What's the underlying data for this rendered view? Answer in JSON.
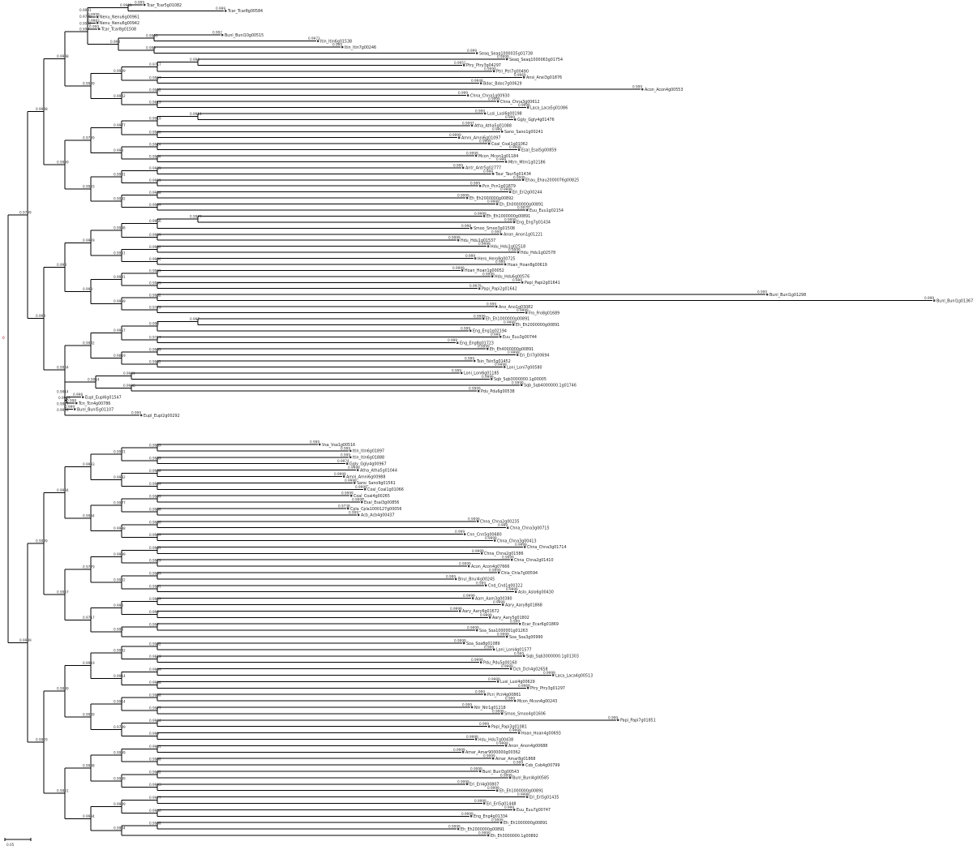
{
  "scale_bar": {
    "label": "0.05"
  },
  "root_label": "0",
  "taxa": [
    {
      "name": "Tcar_Tcar5g01082",
      "support": "0.999"
    },
    {
      "name": "Tcar_Tcar8g00584",
      "support": "0.999"
    },
    {
      "name": "Nenu_Nenu6g00961",
      "support": "0.9999"
    },
    {
      "name": "Nenu_Nenu6g00942",
      "support": "0.9983"
    },
    {
      "name": "Tcar_Tcar8g01508",
      "support": "0.999"
    },
    {
      "name": "Bunl_Bunl10g00515",
      "support": "0.992"
    },
    {
      "name": "Itin_Itin6g01538",
      "support": "0.9973"
    },
    {
      "name": "Itin_Itin7g00246",
      "support": "0.999"
    },
    {
      "name": "Seaq_Seaq1000035g01738",
      "support": "0.999"
    },
    {
      "name": "Seaq_Seaq1000063g01754",
      "support": "0.9999"
    },
    {
      "name": "Ptry_Ptry3g04297",
      "support": "0.9951"
    },
    {
      "name": "Ptri_Ptri7g00490",
      "support": "0.9999"
    },
    {
      "name": "Ansi_Ansi3g01876",
      "support": "0.9969"
    },
    {
      "name": "Bdoc_Bdoc7g00629",
      "support": "0.9948"
    },
    {
      "name": "Acon_Acon4g00553",
      "support": "0.999"
    },
    {
      "name": "Chna_Chna1g00930",
      "support": "0.999"
    },
    {
      "name": "Chna_Chna3g00612",
      "support": "0.9999"
    },
    {
      "name": "Laca_Laca5g01086",
      "support": "0.9998"
    },
    {
      "name": "Lusi_Lusi6g00198",
      "support": "0.999"
    },
    {
      "name": "Ggly_Ggly4g01476",
      "support": "0.999"
    },
    {
      "name": "Atha_Atha5g01088",
      "support": "0.9997"
    },
    {
      "name": "Sano_Sano1g00241",
      "support": "0.999"
    },
    {
      "name": "Amni_Amni6g01097",
      "support": "0.9999"
    },
    {
      "name": "Coal_Coal1g01062",
      "support": "0.9999"
    },
    {
      "name": "Esal_Esal5g00859",
      "support": "0.9999"
    },
    {
      "name": "Mcon_Mcon1g01184",
      "support": "0.9999"
    },
    {
      "name": "Mtrn_Mtrn1g02186",
      "support": "0.999"
    },
    {
      "name": "Antr_Antr5g02777",
      "support": "0.999"
    },
    {
      "name": "Taur_Taur5g01434",
      "support": "0.999"
    },
    {
      "name": "Ehau_Ehau2000076g00825",
      "support": "0.9999"
    },
    {
      "name": "Pcn_Pcn1g01879",
      "support": "0.999"
    },
    {
      "name": "Eri_Eri2g00244",
      "support": "0.9999"
    },
    {
      "name": "Eh_Eh2000000g00892",
      "support": "0.9999"
    },
    {
      "name": "Eh_Eh0000000g00891",
      "support": "0.9999"
    },
    {
      "name": "Euu_Euu1g02154",
      "support": "0.9979"
    },
    {
      "name": "Eh_Eh1000000g00891",
      "support": "0.9999"
    },
    {
      "name": "Eng_Eng7g01434",
      "support": "0.9999"
    },
    {
      "name": "Smoo_Smoo3g01508",
      "support": "0.998"
    },
    {
      "name": "Anon_Anon1g01221",
      "support": "0.999"
    },
    {
      "name": "Hdu_Hdu1g01537",
      "support": "0.9999"
    },
    {
      "name": "Hdu_Hdu1g02518",
      "support": "0.9999"
    },
    {
      "name": "Hdu_Hdu1g02578",
      "support": "0.9999"
    },
    {
      "name": "Hero_Hero8g00725",
      "support": "0.999"
    },
    {
      "name": "Hoan_Hoan8g00619",
      "support": "0.999"
    },
    {
      "name": "Hoan_Hoan1g00052",
      "support": "0.9999"
    },
    {
      "name": "Hdu_Hdu6g00576",
      "support": "0.9999"
    },
    {
      "name": "Papi_Papi2g01641",
      "support": "0.999"
    },
    {
      "name": "Papi_Papi2g01642",
      "support": "0.9979"
    },
    {
      "name": "Bunl_Bunl1g01298",
      "support": "0.999"
    },
    {
      "name": "Bunl_Bunl1g01367",
      "support": "0.999"
    },
    {
      "name": "Ano_Ano1g03082",
      "support": "0.999"
    },
    {
      "name": "Fro_Fro8g01689",
      "support": "0.9999"
    },
    {
      "name": "Eh_Eh1000000g00891",
      "support": "0.9999"
    },
    {
      "name": "Eh_Eh2000000g00891",
      "support": "0.9999"
    },
    {
      "name": "Eng_Eng1g02194",
      "support": "0.999"
    },
    {
      "name": "Euu_Euu3g00744",
      "support": "0.999"
    },
    {
      "name": "Eng_Eng8g01723",
      "support": "0.999"
    },
    {
      "name": "Eh_Eh4000000g00891",
      "support": "0.9999"
    },
    {
      "name": "Eri_Eri7g00694",
      "support": "0.9999"
    },
    {
      "name": "Tsin_Tsin5g01452",
      "support": "0.999"
    },
    {
      "name": "Loni_Loni7g00580",
      "support": "0.9999"
    },
    {
      "name": "Loni_Loni6g01185",
      "support": "0.999"
    },
    {
      "name": "Sqb_Sqb3000000.1g00005",
      "support": "0.9999"
    },
    {
      "name": "Sqb_Sqb4000000.1g01746",
      "support": "0.9999"
    },
    {
      "name": "Pdu_Pdu6g00538",
      "support": "0.9999"
    },
    {
      "name": "Eupl_Eupl6g01547",
      "support": "0.998"
    },
    {
      "name": "Tcn_Tcn4g00786",
      "support": "0.998"
    },
    {
      "name": "Bunl_Bunl5g01107",
      "support": "0.999"
    },
    {
      "name": "Eupl_Eupl2g00292",
      "support": "0.999"
    },
    {
      "name": "Vsa_Vsa1g00516",
      "support": "0.999"
    },
    {
      "name": "Itin_Itin6g01897",
      "support": "0.999"
    },
    {
      "name": "Itin_Itin6g01888",
      "support": "0.999"
    },
    {
      "name": "Ggly_Ggly4g00967",
      "support": "0.9974"
    },
    {
      "name": "Atha_Atha5g01044",
      "support": "0.9999"
    },
    {
      "name": "Amni_Amni6g00988",
      "support": "0.9999"
    },
    {
      "name": "Sano_Sano9g01561",
      "support": "0.9999"
    },
    {
      "name": "Coal_Coal1g01066",
      "support": "0.9999"
    },
    {
      "name": "Coal_Coal4g00265",
      "support": "0.9999"
    },
    {
      "name": "Esal_Esal3g00856",
      "support": "0.9999"
    },
    {
      "name": "Cpla_Cpla1000127g00056",
      "support": "0.9738"
    },
    {
      "name": "Acb_Acb4g00437",
      "support": "0.999"
    },
    {
      "name": "Chna_Chna2g00235",
      "support": "0.9999"
    },
    {
      "name": "Chna_Chna3g00715",
      "support": "0.999"
    },
    {
      "name": "Cnn_Cnn5g00680",
      "support": "0.999"
    },
    {
      "name": "Chna_Chna3g00413",
      "support": "0.9999"
    },
    {
      "name": "Chna_Chna3g01714",
      "support": "0.9999"
    },
    {
      "name": "Chna_Chna2g01586",
      "support": "0.9999"
    },
    {
      "name": "Chna_Chna2g01410",
      "support": "0.9999"
    },
    {
      "name": "Acon_Acon4g07666",
      "support": "0.9999"
    },
    {
      "name": "Chla_Chla7g00594",
      "support": "0.9999"
    },
    {
      "name": "Bnul_Bnul4g00245",
      "support": "0.999"
    },
    {
      "name": "Cnd_Cnd1g00322",
      "support": "0.999"
    },
    {
      "name": "Aslo_Aslo6g00430",
      "support": "0.9999"
    },
    {
      "name": "Aam_Aam3g00380",
      "support": "0.9999"
    },
    {
      "name": "Aary_Aary8g01868",
      "support": "0.9999"
    },
    {
      "name": "Aary_Aary6g01672",
      "support": "0.9999"
    },
    {
      "name": "Aary_Aary5g01802",
      "support": "0.9999"
    },
    {
      "name": "Ecar_Ecar6g01869",
      "support": "0.999"
    },
    {
      "name": "Soa_Soa1000001g01263",
      "support": "0.9999"
    },
    {
      "name": "Soa_Soa3g00990",
      "support": "0.9999"
    },
    {
      "name": "Soa_Soa8g01089",
      "support": "0.9999"
    },
    {
      "name": "Loni_Loni4g01577",
      "support": "0.999"
    },
    {
      "name": "Sqb_Sqb3000000.1g01303",
      "support": "0.999"
    },
    {
      "name": "Pdu_Pdu5g00160",
      "support": "0.9999"
    },
    {
      "name": "Dch_Dch4g02658",
      "support": "0.9999"
    },
    {
      "name": "Laca_Laca4g00513",
      "support": "0.9999"
    },
    {
      "name": "Lusi_Lusi4g00629",
      "support": "0.9999"
    },
    {
      "name": "Ptry_Ptry3g01297",
      "support": "0.9969"
    },
    {
      "name": "Pcri_Pcri4g00861",
      "support": "0.999"
    },
    {
      "name": "Mcon_Mcon4g00243",
      "support": "0.999"
    },
    {
      "name": "Ntr_Ntr1g01218",
      "support": "0.999"
    },
    {
      "name": "Smoo_Smoo4g01606",
      "support": "0.9999"
    },
    {
      "name": "Papi_Papi7g01851",
      "support": "0.999"
    },
    {
      "name": "Papi_Papi3g01081",
      "support": "0.999"
    },
    {
      "name": "Hoan_Hoan4g00693",
      "support": "0.9999"
    },
    {
      "name": "Hdu_Hdu7g00438",
      "support": "0.9999"
    },
    {
      "name": "Anon_Anon4g00688",
      "support": "0.9999"
    },
    {
      "name": "Amar_Amar9000000g00362",
      "support": "0.9999"
    },
    {
      "name": "Amar_Amar8g01868",
      "support": "0.9999"
    },
    {
      "name": "Cob_Cob4g00799",
      "support": "0.999"
    },
    {
      "name": "Bunl_Bunl3g00543",
      "support": "0.9999"
    },
    {
      "name": "Bunl_Bunl4g00585",
      "support": "0.9999"
    },
    {
      "name": "Eri_Eri4g00807",
      "support": "0.9999"
    },
    {
      "name": "Eh_Eh1000000g00891",
      "support": "0.9999"
    },
    {
      "name": "Eri_Eri5g01435",
      "support": "0.9999"
    },
    {
      "name": "Eri_Eri5g01448",
      "support": "0.9999"
    },
    {
      "name": "Euu_Euu7g00747",
      "support": "0.999"
    },
    {
      "name": "Eng_Eng4g01334",
      "support": "0.9999"
    },
    {
      "name": "Eh_Eh1000000g00891",
      "support": "0.9999"
    },
    {
      "name": "Eh_Eh2000000g00891",
      "support": "0.9999"
    },
    {
      "name": "Eh_Eh3000000.1g00892",
      "support": "0.9999"
    }
  ],
  "internal_support": [
    "0.9999",
    "0.9991",
    "0.9962",
    "0.9779",
    "0.9999",
    "0.999",
    "0.998",
    "0.997",
    "0.993",
    "0.9717",
    "0.9957",
    "0.9999",
    "0.9992",
    "0.9819",
    "0.9942",
    "0.9999",
    "0.9998",
    "0.9914",
    "0.9919",
    "0.9998",
    "0.9977",
    "0.9914",
    "0.9964",
    "0.999",
    "0.9799",
    "0.9989",
    "0.9999",
    "0.9981",
    "0.9998",
    "0.9999",
    "0.9992",
    "0.9993",
    "0.9999",
    "0.9998",
    "0.9977",
    "0.9966",
    "0.9999",
    "0.9998",
    "0.9934",
    "0.9994",
    "0.9951",
    "0.9929",
    "0.9999"
  ]
}
